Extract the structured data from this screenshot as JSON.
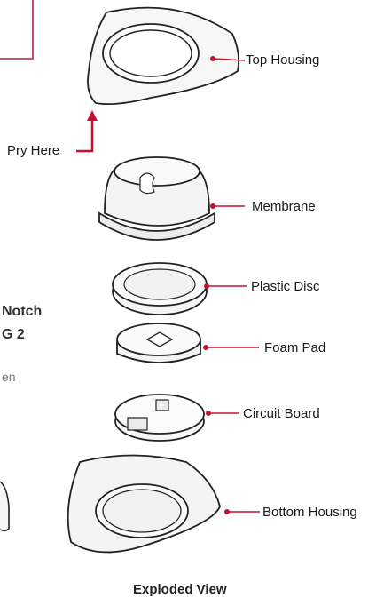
{
  "labels": {
    "top_housing": "Top Housing",
    "pry_here": "Pry Here",
    "membrane": "Membrane",
    "plastic_disc": "Plastic Disc",
    "foam_pad": "Foam Pad",
    "circuit_board": "Circuit Board",
    "bottom_housing": "Bottom Housing"
  },
  "cut_text": {
    "line1": "Notch",
    "line2": "G 2",
    "line3": "en"
  },
  "caption": "Exploded View",
  "colors": {
    "accent": "#c8102e",
    "stroke": "#222222"
  }
}
